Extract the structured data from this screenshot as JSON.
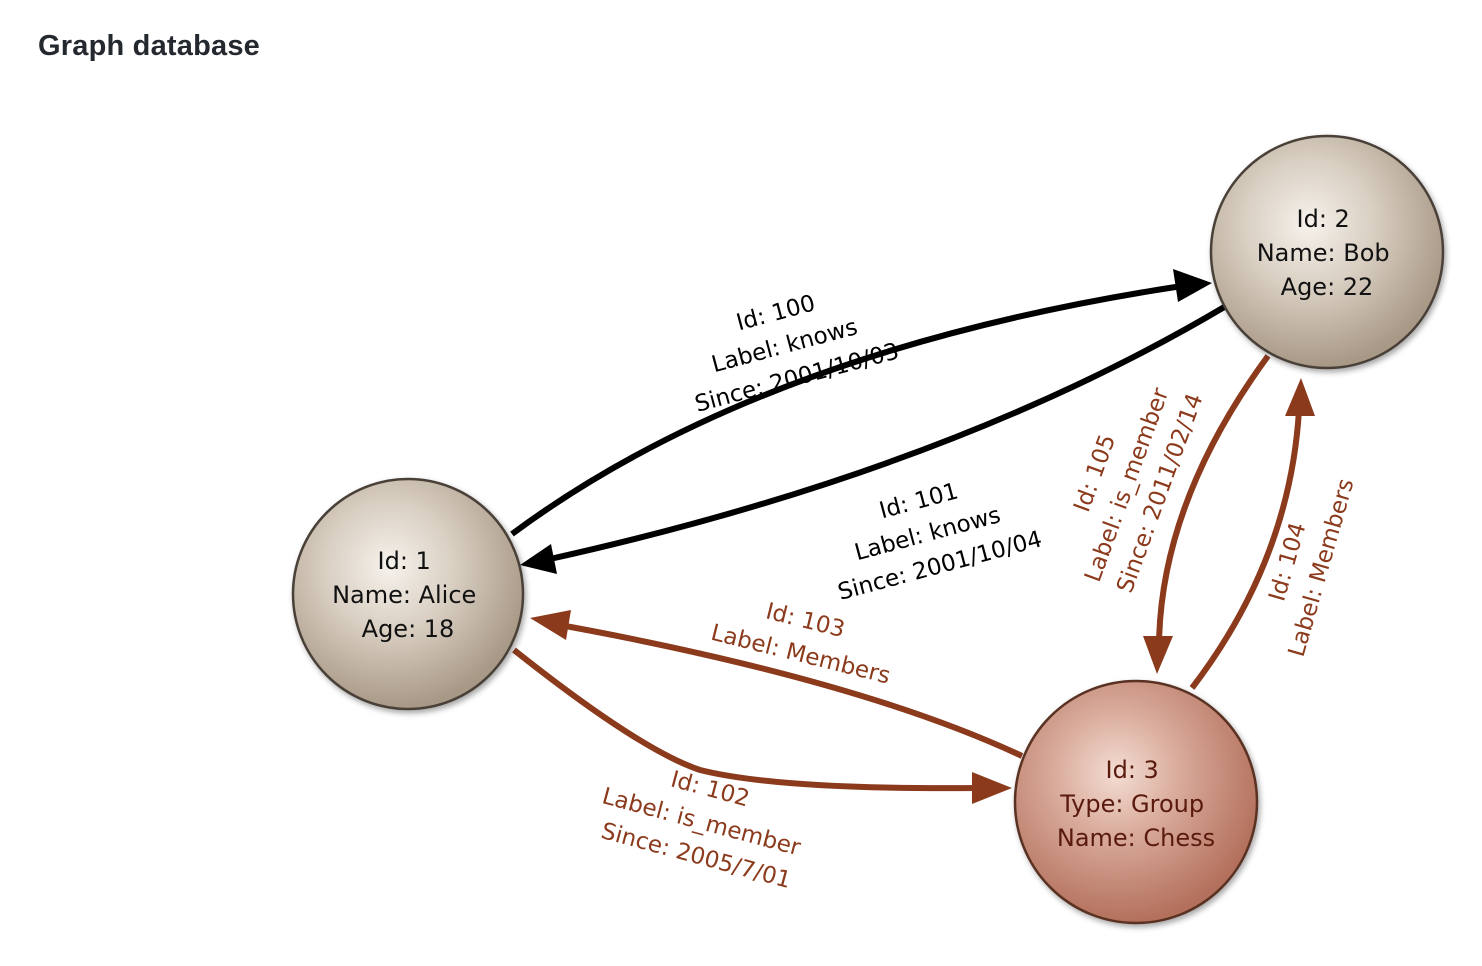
{
  "page": {
    "title": "Graph database"
  },
  "colors": {
    "person_node_fill": "#c2b4a2",
    "group_node_fill": "#c48876",
    "node_stroke": "#4a4038",
    "person_text": "#111111",
    "group_text": "#5a1a0e",
    "knows_edge": "#000000",
    "member_edge": "#8b3a1c"
  },
  "nodes": [
    {
      "key": "alice",
      "lines": [
        "Id: 1",
        "Name: Alice",
        "Age: 18"
      ]
    },
    {
      "key": "bob",
      "lines": [
        "Id: 2",
        "Name: Bob",
        "Age: 22"
      ]
    },
    {
      "key": "chess",
      "lines": [
        "Id: 3",
        "Type: Group",
        "Name: Chess"
      ]
    }
  ],
  "edges": [
    {
      "key": "e100",
      "from": "Id: 1",
      "to": "Id: 2",
      "lines": [
        "Id: 100",
        "Label: knows",
        "Since: 2001/10/03"
      ]
    },
    {
      "key": "e101",
      "from": "Id: 2",
      "to": "Id: 1",
      "lines": [
        "Id: 101",
        "Label: knows",
        "Since: 2001/10/04"
      ]
    },
    {
      "key": "e102",
      "from": "Id: 1",
      "to": "Id: 3",
      "lines": [
        "Id: 102",
        "Label: is_member",
        "Since: 2005/7/01"
      ]
    },
    {
      "key": "e103",
      "from": "Id: 3",
      "to": "Id: 1",
      "lines": [
        "Id: 103",
        "Label: Members"
      ]
    },
    {
      "key": "e104",
      "from": "Id: 3",
      "to": "Id: 2",
      "lines": [
        "Id: 104",
        "Label: Members"
      ]
    },
    {
      "key": "e105",
      "from": "Id: 2",
      "to": "Id: 3",
      "lines": [
        "Id: 105",
        "Label: is_member",
        "Since: 2011/02/14"
      ]
    }
  ]
}
